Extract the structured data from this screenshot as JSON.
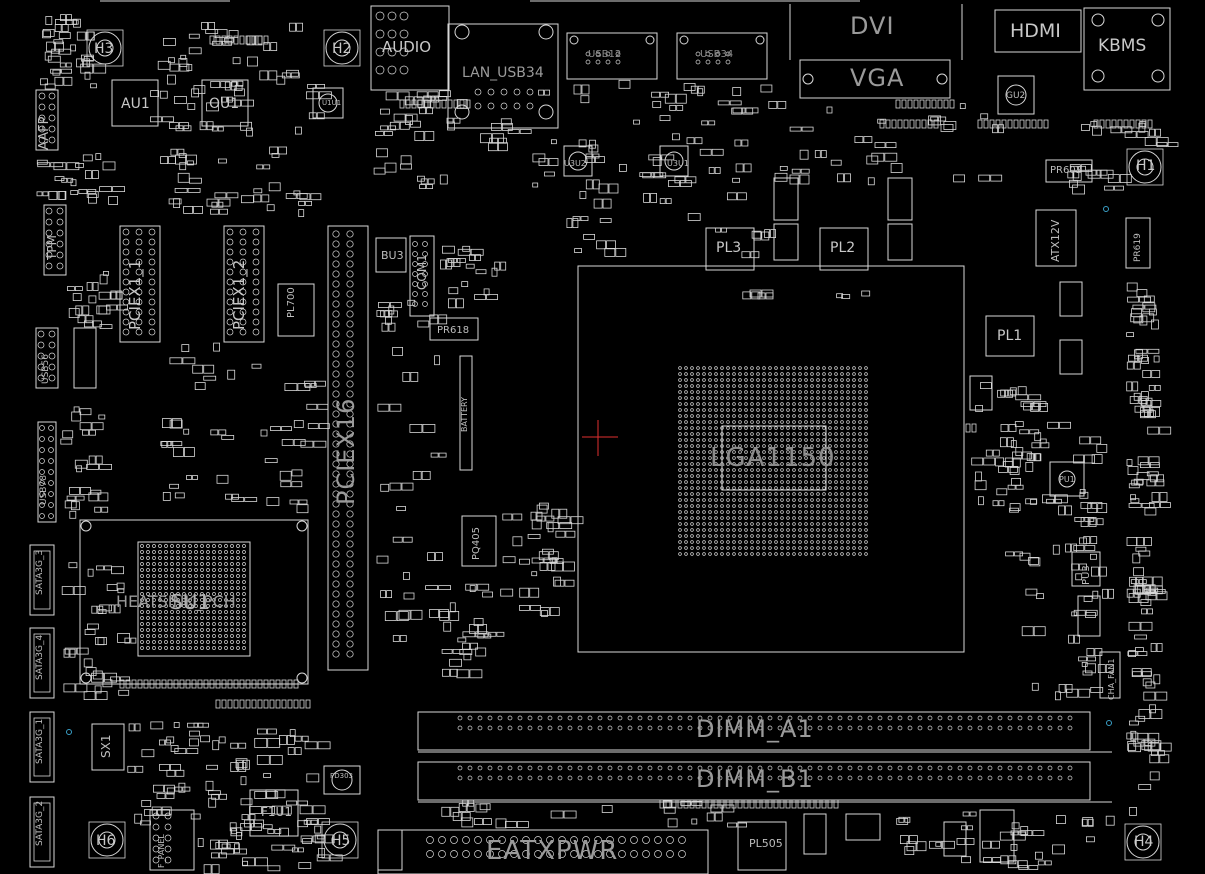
{
  "board": {
    "background": "#000000",
    "outline_color": "#d8d8d8",
    "marker_color": "#e03030",
    "via_color": "#3aa0c8"
  },
  "labels": {
    "audio": "AUDIO",
    "lan_usb34": "LAN_USB34",
    "usb12": "USB12",
    "usb34": "USB34",
    "dvi": "DVI",
    "vga": "VGA",
    "hdmi": "HDMI",
    "kbms": "KBMS",
    "au1": "AU1",
    "ou1": "OU1",
    "h3": "H3",
    "h2": "H2",
    "h1": "H1",
    "h4": "H4",
    "h5": "H5",
    "h6": "H6",
    "aafp": "AAFP",
    "tpm": "TPM",
    "pciex1_1": "PCIEX1_1",
    "pciex1_2": "PCIEX1_2",
    "pciex16": "PCIEX16",
    "bu3": "BU3",
    "com1": "COM1",
    "pl700": "PL700",
    "pr618": "PR618",
    "battery": "BATTERY",
    "pl3": "PL3",
    "pl2": "PL2",
    "pl1": "PL1",
    "atx12v": "ATX12V",
    "pr602": "PR602",
    "pr619": "PR619",
    "lga1150": "LGA1150",
    "pq405": "PQ405",
    "heatsink_pch": "HEATSINK_PCH",
    "su1": "SU1",
    "sx1": "SX1",
    "f1u1": "F1U1",
    "dimm_a1": "DIMM_A1",
    "dimm_b1": "DIMM_B1",
    "eatxpwr": "EATXPWR",
    "pl505": "PL505",
    "pd303": "PD303",
    "pu1": "PU1",
    "pu3": "PU3",
    "u3u2": "U3U2",
    "u3u1": "U3U1",
    "gu2": "GU2",
    "u1u1": "U1U1",
    "sata3": "SATA3G_3",
    "sata4": "SATA3G_4",
    "sata1": "SATA3G_1",
    "sata2": "SATA3G_2",
    "usb56": "USB56",
    "usb78": "USB78",
    "f_panel": "F_PANEL",
    "cha_fan1": "CHA_FAN1"
  }
}
